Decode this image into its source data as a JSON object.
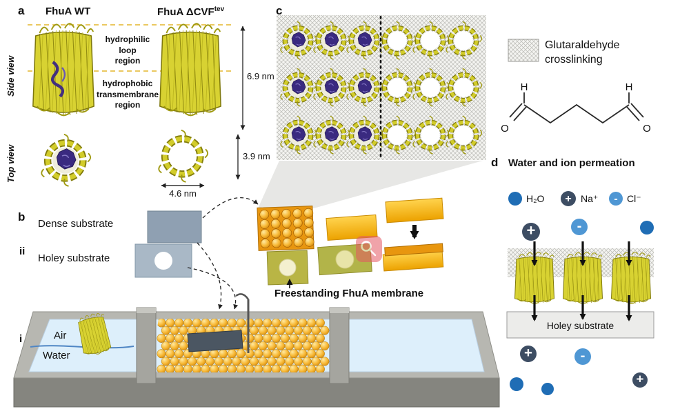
{
  "figure": {
    "a": {
      "panel_label": "a",
      "wt_title": "FhuA WT",
      "mut_title": "FhuA ΔCVF",
      "mut_sup": "tev",
      "side_view": "Side view",
      "top_view": "Top view",
      "hydrophilic": "hydrophilic\nloop\nregion",
      "hydrophobic": "hydrophobic\ntransmembrane\nregion",
      "dim_full": "6.9 nm",
      "dim_top_h": "3.9 nm",
      "dim_top_w": "4.6 nm"
    },
    "b": {
      "panel_label": "b",
      "row_ii": "ii",
      "row_i": "i",
      "dense_substrate": "Dense substrate",
      "holey_substrate": "Holey substrate",
      "freestanding": "Freestanding FhuA membrane",
      "air": "Air",
      "water": "Water"
    },
    "c": {
      "panel_label": "c",
      "crosslink_legend": "Glutaraldehyde\ncrosslinking",
      "chem_h_left": "H",
      "chem_h_right": "H",
      "chem_o_left": "O",
      "chem_o_right": "O"
    },
    "d": {
      "panel_label": "d",
      "title": "Water and ion permeation",
      "legend": [
        {
          "id": "h2o",
          "label": "H₂O",
          "symbol": "",
          "color": "#1f6db5"
        },
        {
          "id": "na",
          "label": "Na⁺",
          "symbol": "+",
          "color": "#3d4d63"
        },
        {
          "id": "cl",
          "label": "Cl⁻",
          "symbol": "-",
          "color": "#4f97d4"
        }
      ],
      "holey_substrate": "Holey substrate"
    }
  },
  "colors": {
    "protein_yellow": "#d2cc2a",
    "cork_purple": "#3a2a80",
    "gold": "#f2a71b",
    "water_blue": "#ddeffb",
    "substrate_gray": "#8fa0b2"
  }
}
